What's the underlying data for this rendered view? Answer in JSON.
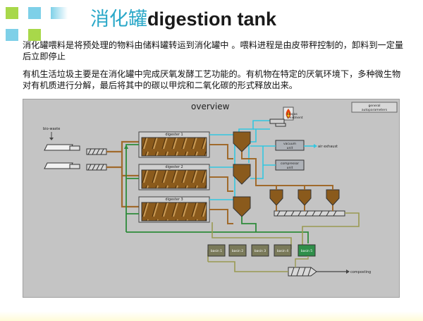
{
  "header": {
    "title_zh": "消化罐",
    "title_en": "digestion tank"
  },
  "body": {
    "paragraph1": "消化罐喂料是将预处理的物料由储料罐转运到消化罐中 。喂料进程是由皮带秤控制的，卸料到一定量后立即停止",
    "paragraph2": "有机生活垃圾主要是在消化罐中完成厌氧发酵工艺功能的。有机物在特定的厌氧环境下，多种微生物对有机质进行分解，最后将其中的碳以甲烷和二氧化碳的形式释放出来。"
  },
  "scada": {
    "overview_label": "overview",
    "general_button": "general\nautoparameters",
    "bio_waste_label": "bio-waste",
    "digester_labels": [
      "digester 1",
      "digester 2",
      "digester 3"
    ],
    "biogas_label": "biogas\ntreatment",
    "vacuum_label": "vacuum\nunit",
    "air_exhaust_label": "air exhaust",
    "compressor_label": "compressor\nunit",
    "basin_labels": [
      "basin 1",
      "basin 2",
      "basin 3",
      "basin 4",
      "basin 5"
    ],
    "composting_label": "composting",
    "colors": {
      "digester_fill": "#8a5a1c",
      "pipe_brown": "#a06a2c",
      "pipe_green": "#2e8b3a",
      "pipe_cyan": "#33c6e0",
      "pipe_olive": "#9a9a52",
      "basin_fill": "#7a7a5a",
      "basin_active": "#2f8f4a"
    }
  }
}
